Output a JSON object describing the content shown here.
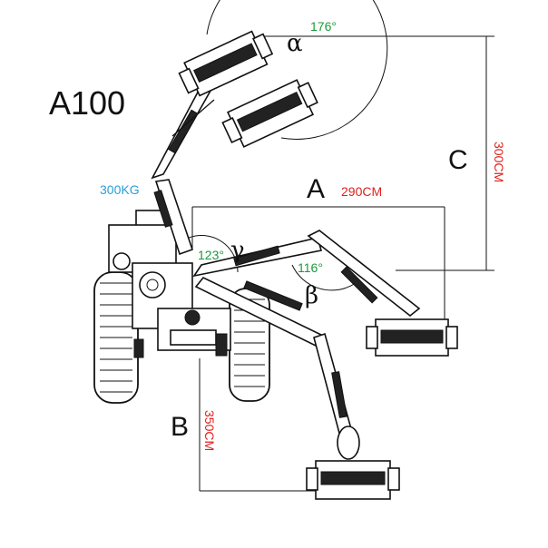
{
  "model": "A100",
  "dimensions": {
    "a": {
      "letter": "A",
      "value": "290CM"
    },
    "b": {
      "letter": "B",
      "value": "350CM"
    },
    "c": {
      "letter": "C",
      "value": "300CM"
    }
  },
  "angles": {
    "alpha": {
      "symbol": "α",
      "value": "176°"
    },
    "beta": {
      "symbol": "β",
      "value": "116°"
    },
    "gamma": {
      "symbol": "γ",
      "value": "123°"
    }
  },
  "load": "300KG",
  "colors": {
    "dimension": "#e0201c",
    "angle": "#1a9a3a",
    "load": "#2aa0d6",
    "line": "#111111"
  }
}
